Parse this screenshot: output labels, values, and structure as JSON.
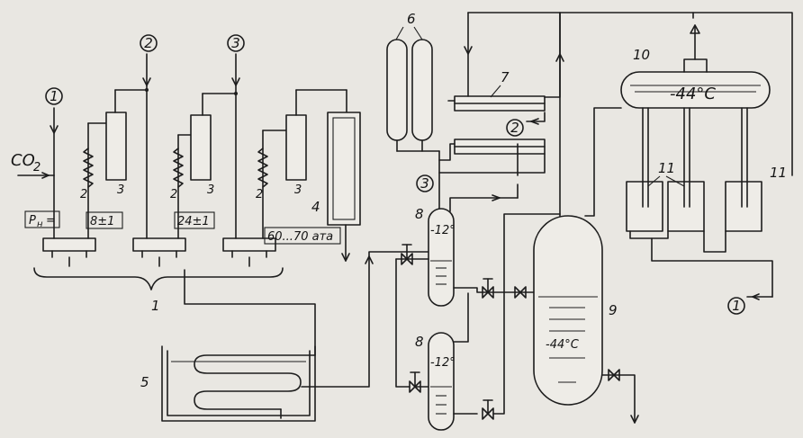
{
  "labels": {
    "stream_1": "1",
    "stream_2": "2",
    "stream_3": "3",
    "co2": "CO",
    "co2_sub": "2",
    "p_n": "P",
    "p_n_sub": "н",
    "p_n_eq": "=",
    "pressure_1": "8±1",
    "pressure_2": "24±1",
    "pressure_3": "60...70 ата",
    "temp_sep": "-12°",
    "temp_9": "-44°C",
    "temp_10": "-44°C"
  },
  "callouts": {
    "c1": "1",
    "c2": "2",
    "c3": "3",
    "c4": "4",
    "c5": "5",
    "c6": "6",
    "c7": "7",
    "c8": "8",
    "c9": "9",
    "c10": "10",
    "c11": "11"
  },
  "colors": {
    "ink": "#1d1d1d",
    "paper": "#e9e7e2"
  }
}
